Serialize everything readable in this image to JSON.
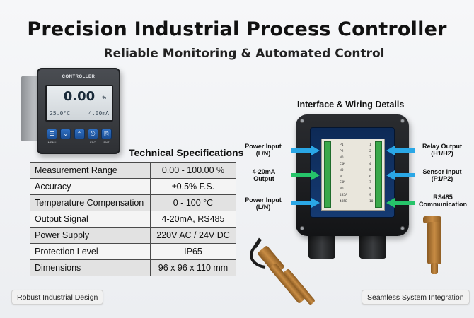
{
  "header": {
    "title": "Precision Industrial Process Controller",
    "subtitle": "Reliable Monitoring & Automated Control"
  },
  "device": {
    "label": "CONTROLLER",
    "display_main": "0.00",
    "display_unit": "%",
    "display_temp": "25.0°C",
    "display_current": "4.00mA",
    "keys": [
      "☰",
      "⌄",
      "⌃",
      "⎋",
      "⎘"
    ],
    "key_labels": [
      "MENU",
      "",
      "",
      "ESC",
      "ENT"
    ]
  },
  "specs": {
    "title": "Technical Specifications",
    "rows": [
      {
        "label": "Measurement Range",
        "value": "0.00 - 100.00 %"
      },
      {
        "label": "Accuracy",
        "value": "±0.5% F.S."
      },
      {
        "label": "Temperature Compensation",
        "value": "0 - 100 °C"
      },
      {
        "label": "Output Signal",
        "value": "4-20mA, RS485"
      },
      {
        "label": "Power Supply",
        "value": "220V AC / 24V DC"
      },
      {
        "label": "Protection Level",
        "value": "IP65"
      },
      {
        "label": "Dimensions",
        "value": "96 x 96 x 110 mm"
      }
    ]
  },
  "badges": {
    "left": "Robust Industrial Design",
    "right": "Seamless System Integration"
  },
  "wiring": {
    "title": "Interface & Wiring Details",
    "left_labels": [
      {
        "line1": "Power Input",
        "line2": "(L/N)"
      },
      {
        "line1": "4-20mA",
        "line2": "Output"
      },
      {
        "line1": "Power Input",
        "line2": "(L/N)"
      }
    ],
    "right_labels": [
      {
        "line1": "Relay Output",
        "line2": "(H1/H2)"
      },
      {
        "line1": "Sensor Input",
        "line2": "(P1/P2)"
      },
      {
        "line1": "RS485",
        "line2": "Communication"
      }
    ],
    "arrow_colors": [
      "#2aa7e6",
      "#26c46a",
      "#2aa7e6"
    ],
    "left_pins": "P1\nP2\nNO\nCOM\nNO\nNC\nCOM\nNO\n485A\n485B",
    "right_pins": "1\n2\n3\n4\n5\n6\n7\n8\n9\n10"
  }
}
